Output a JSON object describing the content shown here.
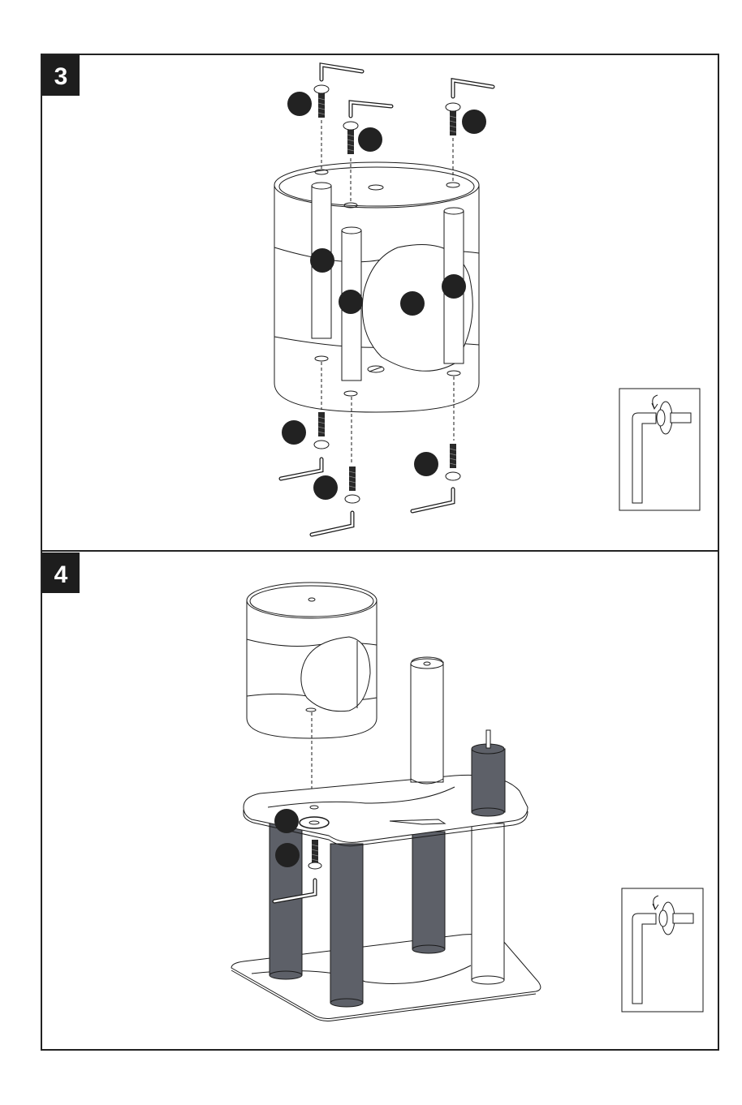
{
  "colors": {
    "line": "#1a1a1a",
    "dark_post": "#5d6068",
    "callout": "#222222",
    "badge_bg": "#1d1d1d",
    "badge_text": "#ffffff",
    "panel_border": "#222222"
  },
  "steps": [
    {
      "number": "3",
      "callout_count": 10,
      "icons": [
        "allen-key-icon",
        "bolt-icon",
        "tighten-arrow-icon"
      ]
    },
    {
      "number": "4",
      "callout_count": 2,
      "icons": [
        "allen-key-icon",
        "bolt-icon",
        "washer-icon",
        "tighten-arrow-icon"
      ]
    }
  ]
}
